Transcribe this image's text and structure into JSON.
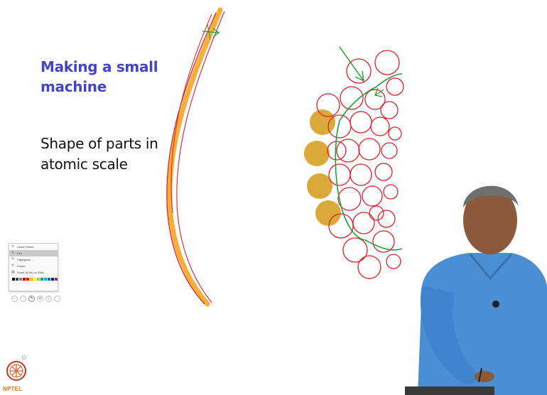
{
  "slide": {
    "heading": "Making a small machine",
    "subheading": "Shape of parts in atomic scale"
  },
  "pen_menu": {
    "items": [
      {
        "label": "Laser Pointer",
        "icon": "laser-pointer-icon",
        "selected": false
      },
      {
        "label": "Pen",
        "icon": "pen-icon",
        "selected": true
      },
      {
        "label": "Highlighter",
        "icon": "highlighter-icon",
        "selected": false
      },
      {
        "label": "Eraser",
        "icon": "eraser-icon",
        "selected": false
      },
      {
        "label": "Erase All Ink on Slide",
        "icon": "erase-all-icon",
        "selected": false
      }
    ],
    "colors": [
      "#000000",
      "#444444",
      "#7f7f7f",
      "#c00000",
      "#ff0000",
      "#ffc000",
      "#ffff00",
      "#92d050",
      "#00b050",
      "#00b0f0",
      "#0070c0",
      "#002060",
      "#7030a0"
    ]
  },
  "slideshow_toolbar": {
    "buttons": [
      "previous-icon",
      "next-icon",
      "pen-icon",
      "view-all-icon",
      "zoom-icon",
      "more-icon"
    ]
  },
  "logo": {
    "label": "NPTEL"
  },
  "colors": {
    "heading": "#4545c2",
    "ink_red": "#e0202a",
    "ink_green": "#1e9e3a",
    "highlighter": "#f5a623",
    "atom_gold": "#d9a93a"
  }
}
